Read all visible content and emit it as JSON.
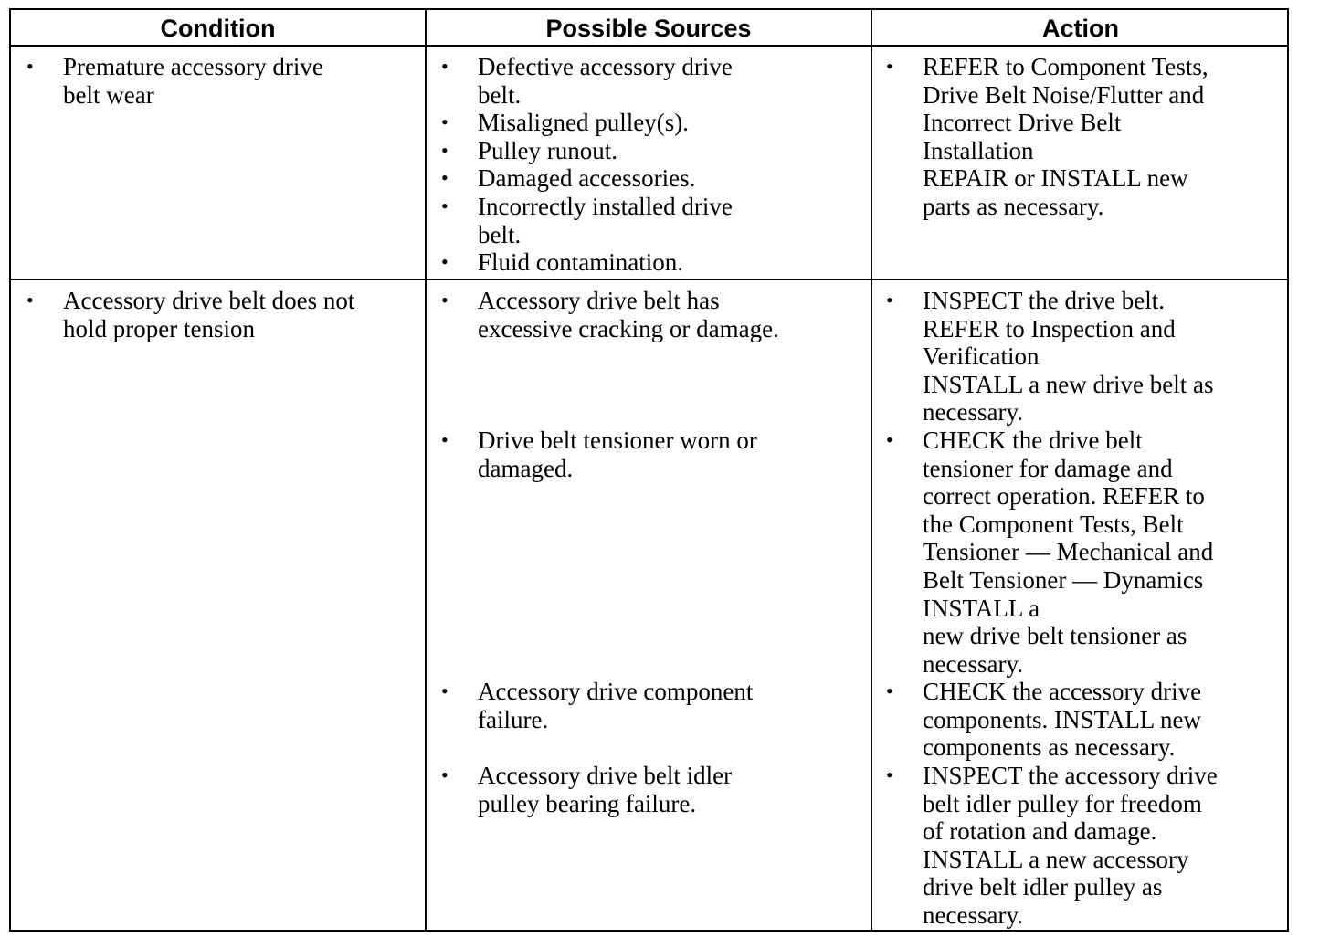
{
  "headers": {
    "condition": "Condition",
    "sources": "Possible Sources",
    "action": "Action"
  },
  "bullet_glyph": "•",
  "rows": [
    {
      "condition": "Premature accessory drive\nbelt wear",
      "sources": [
        "Defective accessory drive\nbelt.",
        "Misaligned pulley(s).",
        "Pulley runout.",
        "Damaged accessories.",
        "Incorrectly installed drive\nbelt.",
        "Fluid contamination."
      ],
      "actions": [
        "REFER to Component Tests,\nDrive Belt Noise/Flutter and\nIncorrect Drive Belt\nInstallation\nREPAIR or INSTALL new\nparts as necessary."
      ]
    },
    {
      "condition": "Accessory drive belt does not\nhold proper tension",
      "sources": [
        "Accessory drive belt has\nexcessive cracking or damage.",
        "Drive belt tensioner worn or\ndamaged.",
        "Accessory drive component\nfailure.",
        "Accessory drive belt idler\npulley bearing failure."
      ],
      "actions": [
        "INSPECT the drive belt.\nREFER to Inspection and\nVerification\nINSTALL a new drive belt as\nnecessary.",
        "CHECK the drive belt\ntensioner for damage and\ncorrect operation. REFER to\nthe Component Tests, Belt\nTensioner — Mechanical and\nBelt Tensioner — Dynamics\nINSTALL a\nnew drive belt tensioner as\nnecessary.",
        "CHECK the accessory drive\ncomponents. INSTALL new\ncomponents as necessary.",
        "INSPECT the accessory drive\nbelt idler pulley for freedom\nof rotation and damage.\nINSTALL a new accessory\ndrive belt idler pulley as\nnecessary."
      ]
    }
  ]
}
